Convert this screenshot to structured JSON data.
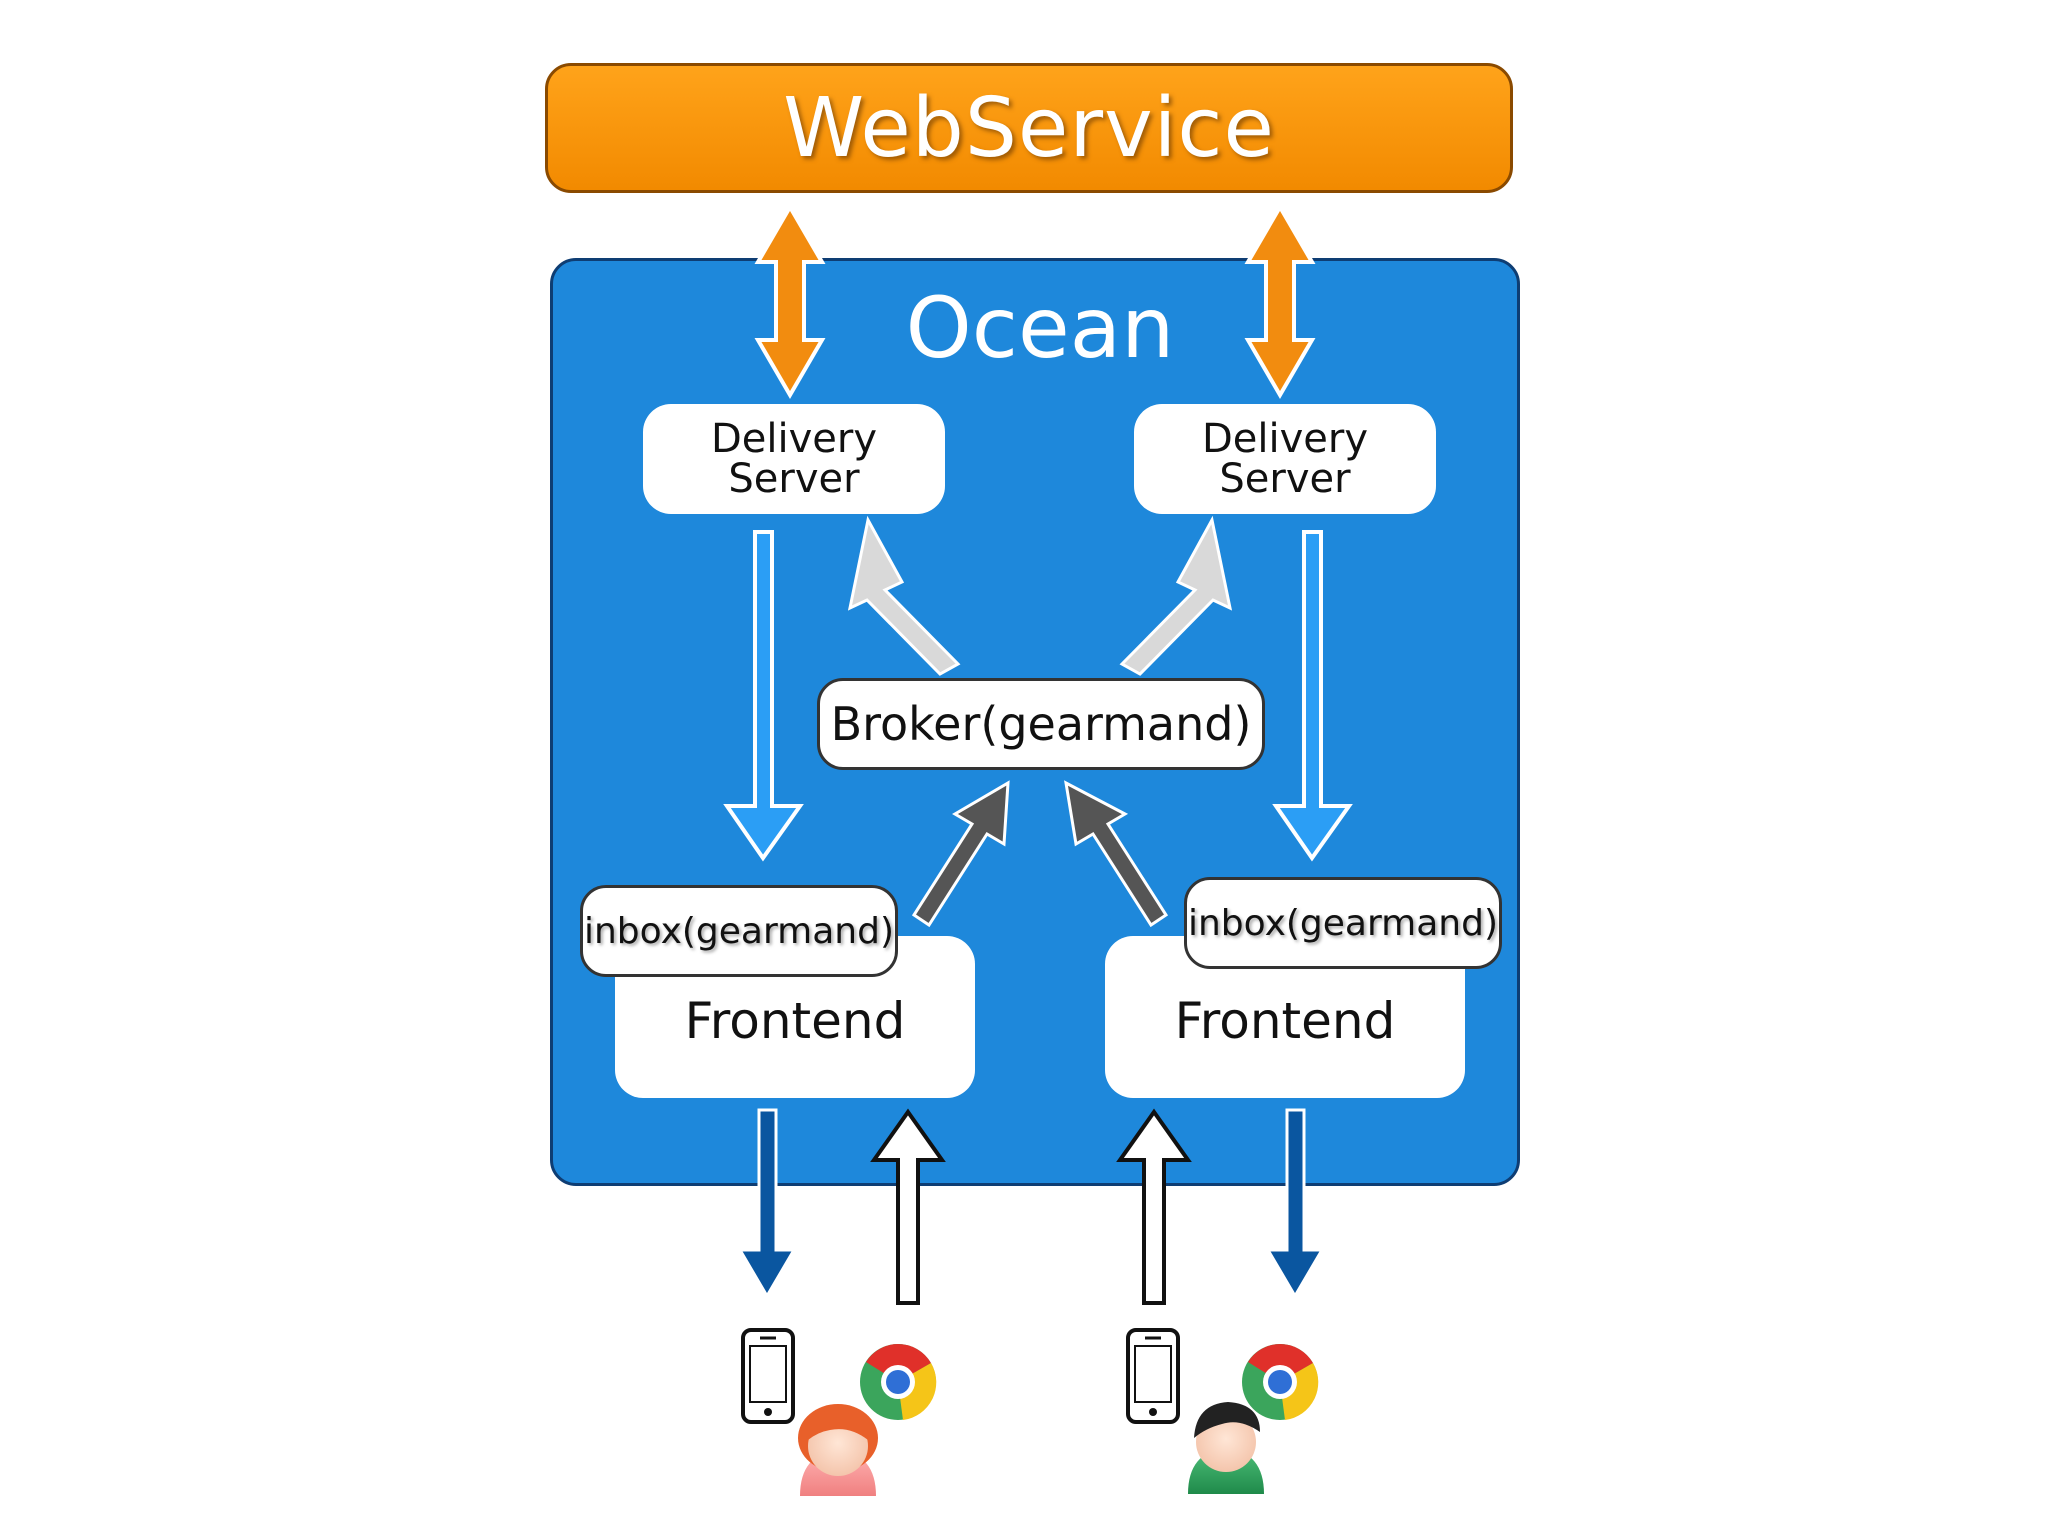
{
  "webservice": {
    "label": "WebService"
  },
  "ocean": {
    "label": "Ocean"
  },
  "delivery_servers": [
    {
      "line1": "Delivery",
      "line2": "Server"
    },
    {
      "line1": "Delivery",
      "line2": "Server"
    }
  ],
  "broker": {
    "label": "Broker(gearmand)"
  },
  "frontends": [
    {
      "label": "Frontend",
      "inbox": "inbox(gearmand)"
    },
    {
      "label": "Frontend",
      "inbox": "inbox(gearmand)"
    }
  ],
  "colors": {
    "webservice": "#f7920d",
    "ocean": "#1e88db",
    "orange_arrow": "#f28c0f",
    "light_blue_arrow": "#2b9ef5",
    "gray_arrow": "#d9d9d9",
    "dark_gray_arrow": "#555555",
    "navy_arrow": "#0a56a0"
  },
  "icons": [
    "smartphone-icon",
    "chrome-icon",
    "user-female-icon",
    "user-male-icon"
  ]
}
